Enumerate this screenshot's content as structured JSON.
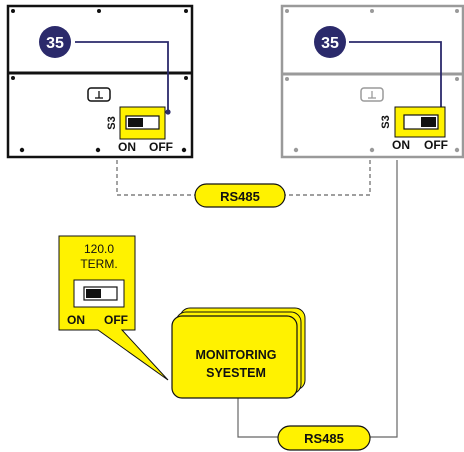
{
  "colors": {
    "yellow": "#fff200",
    "navy": "#2b2a6b",
    "unit_dark_border": "#111111",
    "unit_light_border": "#9a9a9a",
    "wire": "#666666",
    "text": "#111111"
  },
  "unit_left": {
    "badge": "35",
    "switch_label": "S3",
    "on_label": "ON",
    "off_label": "OFF",
    "switch_position": "on"
  },
  "unit_right": {
    "badge": "35",
    "switch_label": "S3",
    "on_label": "ON",
    "off_label": "OFF",
    "switch_position": "off"
  },
  "bus_top": {
    "label": "RS485"
  },
  "bus_bottom": {
    "label": "RS485"
  },
  "termination_callout": {
    "line1": "120.0",
    "line2": "TERM.",
    "on_label": "ON",
    "off_label": "OFF",
    "switch_position": "on"
  },
  "monitoring": {
    "line1": "MONITORING",
    "line2": "SYESTEM"
  }
}
